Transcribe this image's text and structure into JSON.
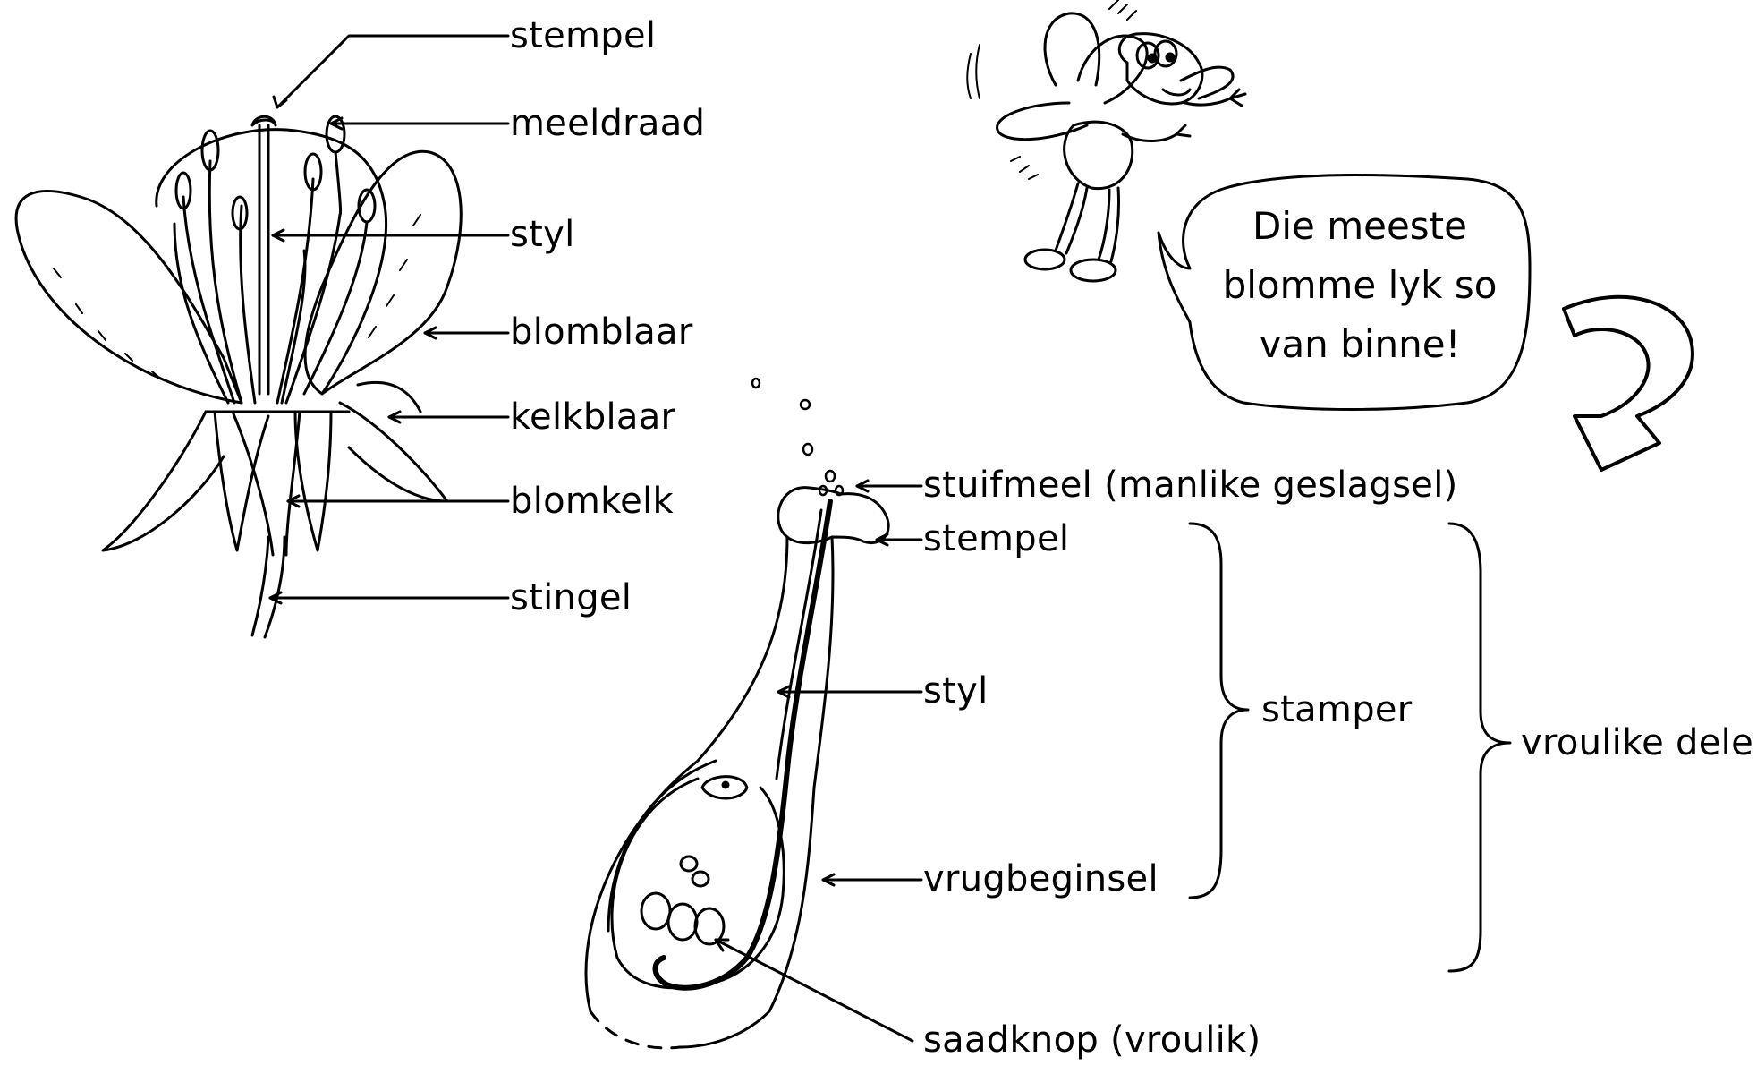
{
  "flower": {
    "labels": {
      "stempel": "stempel",
      "meeldraad": "meeldraad",
      "styl": "styl",
      "blomblaar": "blomblaar",
      "kelkblaar": "kelkblaar",
      "blomkelk": "blomkelk",
      "stingel": "stingel"
    }
  },
  "pistil": {
    "labels": {
      "stuifmeel": "stuifmeel (manlike geslagsel)",
      "stempel": "stempel",
      "styl": "styl",
      "vrugbeginsel": "vrugbeginsel",
      "saadknop": "saadknop (vroulik)"
    },
    "braces": {
      "stamper": "stamper",
      "vroulike_dele": "vroulike dele"
    }
  },
  "speech_bubble": {
    "lines": [
      "Die meeste",
      "blomme lyk so",
      "van binne!"
    ]
  }
}
